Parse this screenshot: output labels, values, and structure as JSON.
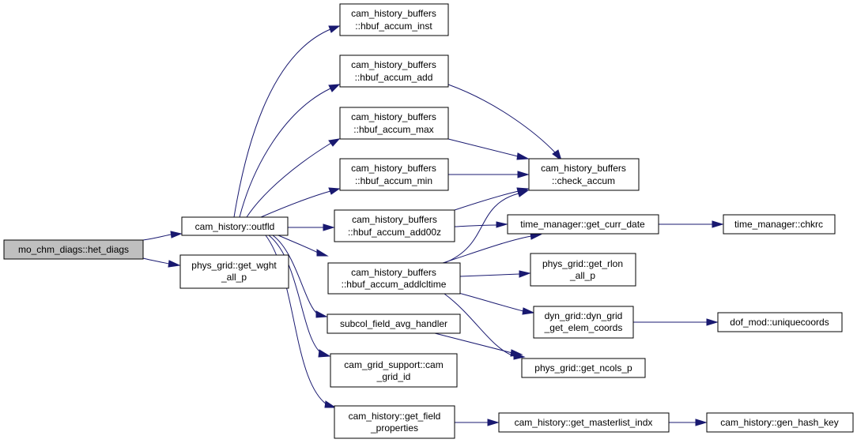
{
  "diagram": {
    "type": "call-graph",
    "colors": {
      "edge": "#191970",
      "root_fill": "#bfbfbf",
      "node_fill": "#ffffff",
      "border": "#000000"
    },
    "nodes": {
      "het_diags": [
        "mo_chm_diags::het_diags"
      ],
      "outfld": [
        "cam_history::outfld"
      ],
      "get_wght_all_p": [
        "phys_grid::get_wght",
        "_all_p"
      ],
      "hbuf_accum_inst": [
        "cam_history_buffers",
        "::hbuf_accum_inst"
      ],
      "hbuf_accum_add": [
        "cam_history_buffers",
        "::hbuf_accum_add"
      ],
      "hbuf_accum_max": [
        "cam_history_buffers",
        "::hbuf_accum_max"
      ],
      "hbuf_accum_min": [
        "cam_history_buffers",
        "::hbuf_accum_min"
      ],
      "hbuf_accum_add00z": [
        "cam_history_buffers",
        "::hbuf_accum_add00z"
      ],
      "hbuf_accum_addlcltime": [
        "cam_history_buffers",
        "::hbuf_accum_addlcltime"
      ],
      "subcol_field_avg_handler": [
        "subcol_field_avg_handler"
      ],
      "cam_grid_id": [
        "cam_grid_support::cam",
        "_grid_id"
      ],
      "get_field_properties": [
        "cam_history::get_field",
        "_properties"
      ],
      "check_accum": [
        "cam_history_buffers",
        "::check_accum"
      ],
      "get_curr_date": [
        "time_manager::get_curr_date"
      ],
      "chkrc": [
        "time_manager::chkrc"
      ],
      "get_rlon_all_p": [
        "phys_grid::get_rlon",
        "_all_p"
      ],
      "get_elem_coords": [
        "dyn_grid::dyn_grid",
        "_get_elem_coords"
      ],
      "uniquecoords": [
        "dof_mod::uniquecoords"
      ],
      "get_ncols_p": [
        "phys_grid::get_ncols_p"
      ],
      "get_masterlist_indx": [
        "cam_history::get_masterlist_indx"
      ],
      "gen_hash_key": [
        "cam_history::gen_hash_key"
      ]
    }
  }
}
